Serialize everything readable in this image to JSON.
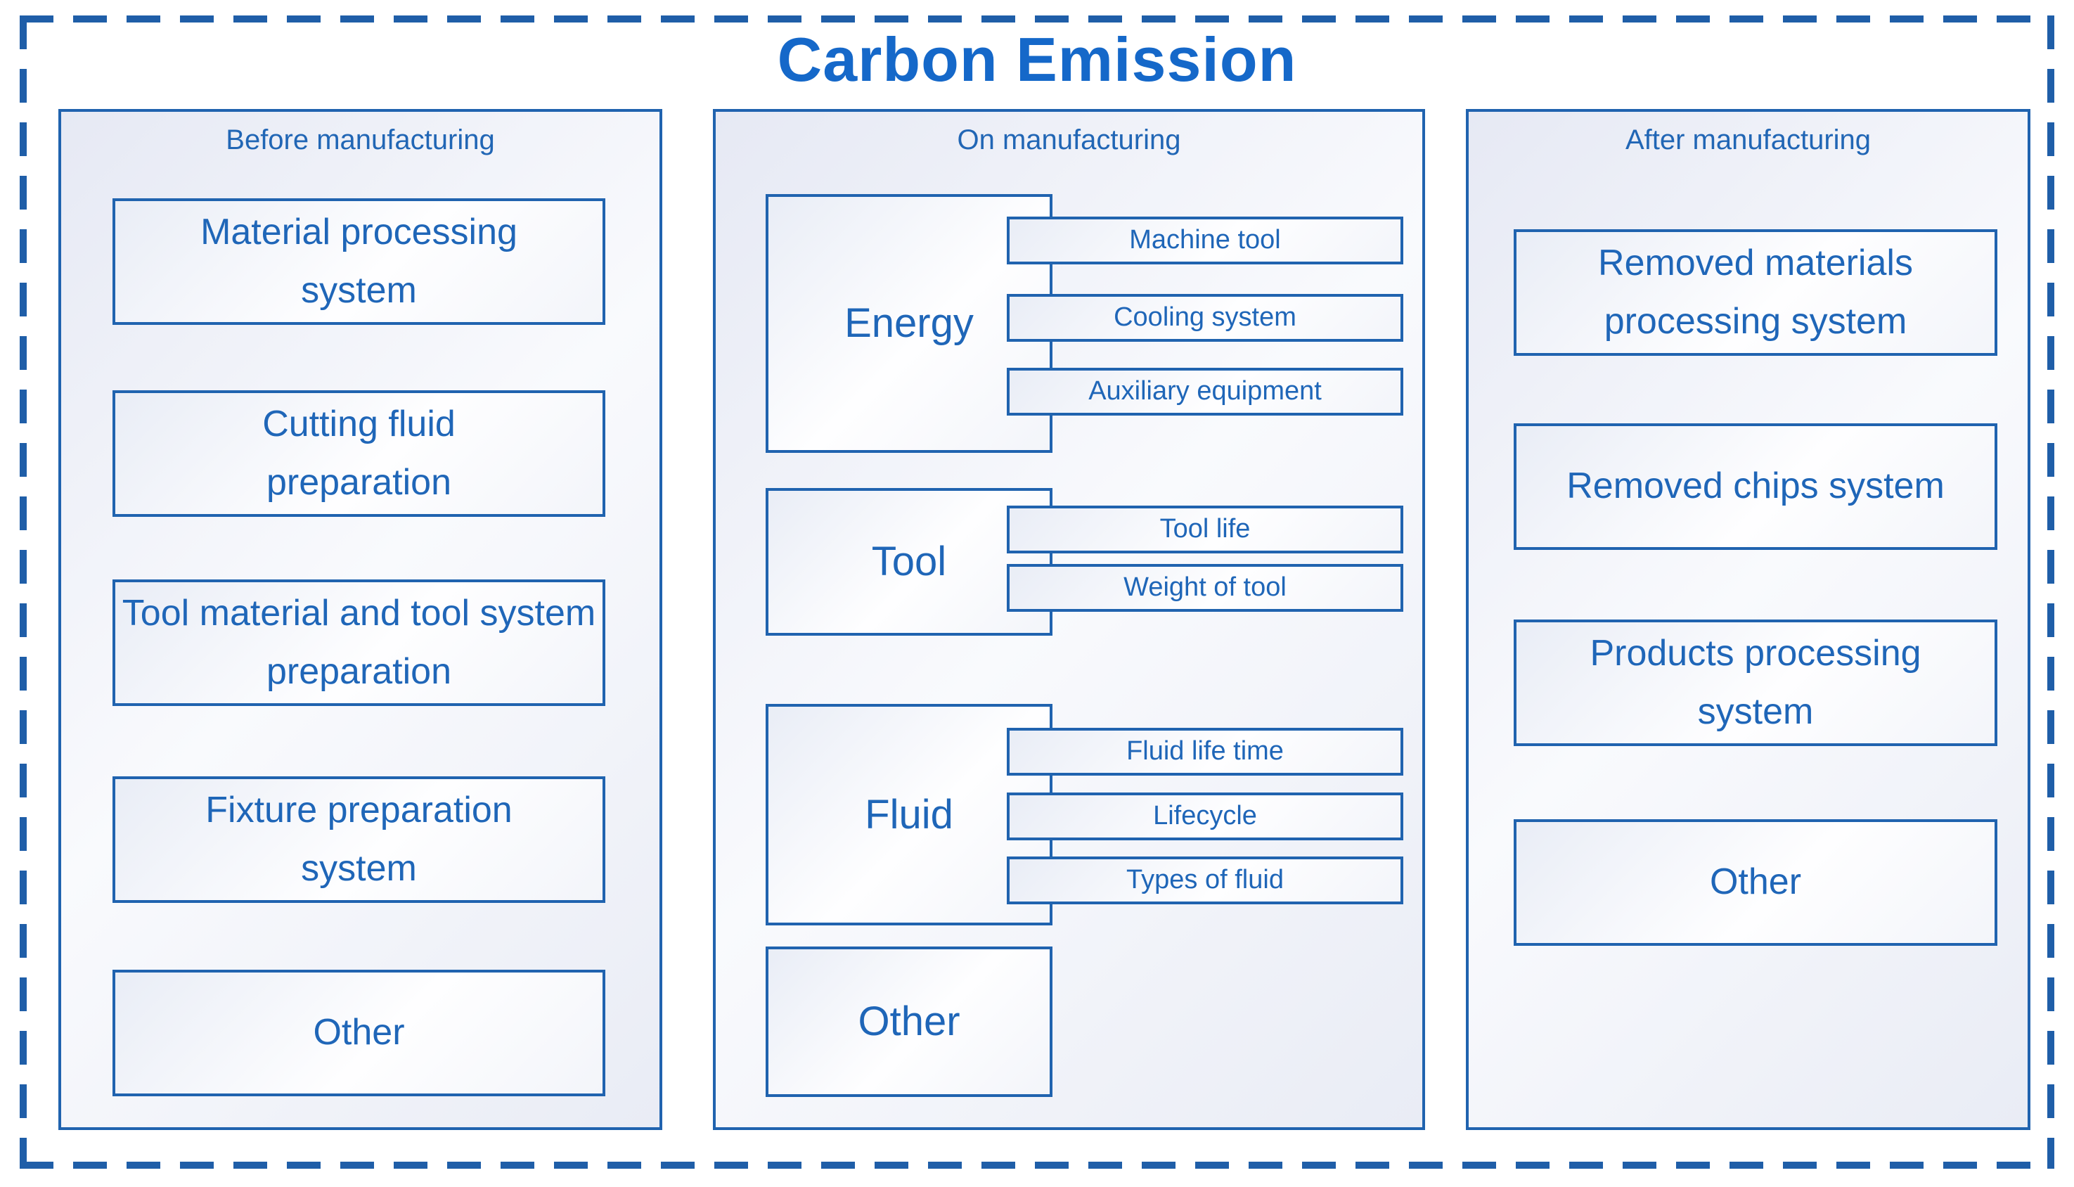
{
  "title": "Carbon Emission",
  "colors": {
    "border_blue": "#2063AF",
    "title_blue": "#1568C9",
    "text_blue": "#1F66B8",
    "column_fill_light": "#E6E9F4"
  },
  "columns": [
    {
      "header": "Before manufacturing",
      "boxes": [
        "Material processing system",
        "Cutting fluid preparation",
        "Tool material and tool system preparation",
        "Fixture preparation system",
        "Other"
      ]
    },
    {
      "header": "On manufacturing",
      "groups": [
        {
          "label": "Energy",
          "children": [
            "Machine tool",
            "Cooling system",
            "Auxiliary equipment"
          ]
        },
        {
          "label": "Tool",
          "children": [
            "Tool life",
            "Weight of tool"
          ]
        },
        {
          "label": "Fluid",
          "children": [
            "Fluid life time",
            "Lifecycle",
            "Types of fluid"
          ]
        },
        {
          "label": "Other",
          "children": []
        }
      ]
    },
    {
      "header": "After manufacturing",
      "boxes": [
        "Removed materials processing system",
        "Removed chips system",
        "Products processing system",
        "Other"
      ]
    }
  ]
}
